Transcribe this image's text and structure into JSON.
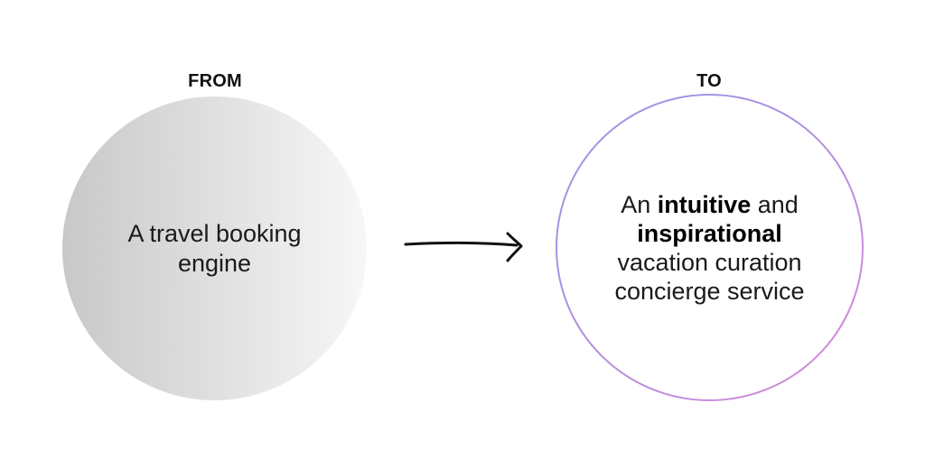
{
  "from": {
    "label": "FROM",
    "text": "A travel booking engine"
  },
  "to": {
    "label": "TO",
    "text_parts": [
      "An ",
      "intuitive",
      " and ",
      "inspirational",
      " vacation curation concierge service"
    ]
  },
  "colors": {
    "from_gradient_start": "#c8c8c8",
    "from_gradient_end": "#f7f7f7",
    "ring_gradient_start": "#9a96e6",
    "ring_gradient_end": "#d98ad6",
    "text": "#111111"
  },
  "icons": {
    "arrow": "hand-drawn-right-arrow-icon"
  }
}
